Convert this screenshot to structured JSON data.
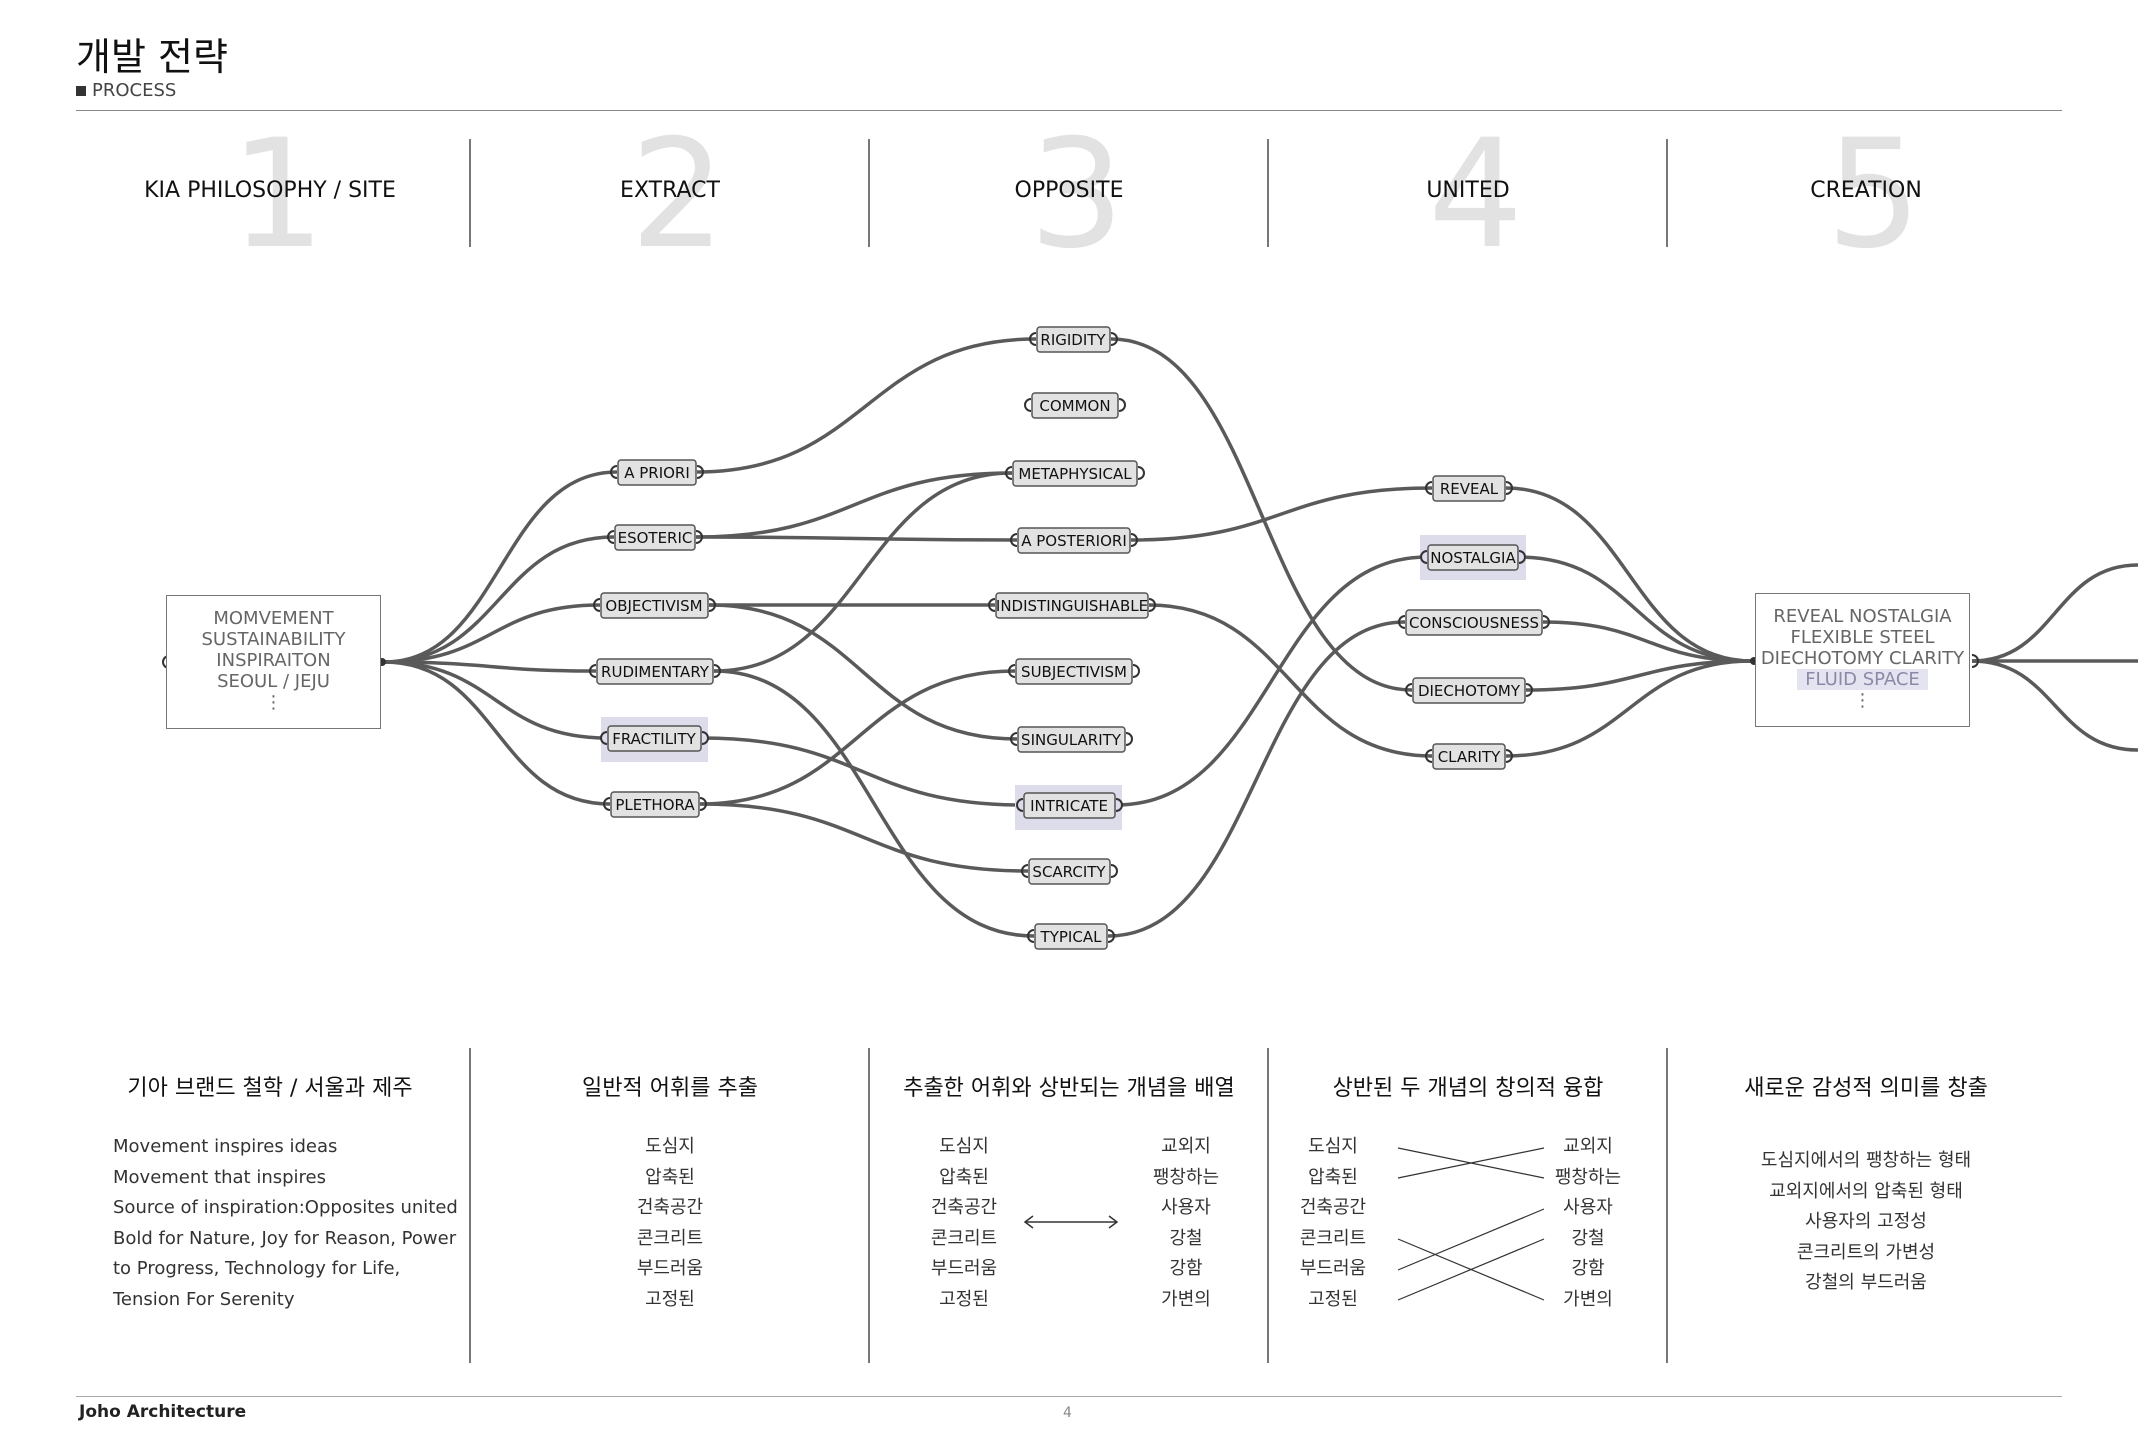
{
  "header": {
    "title": "개발 전략",
    "subtitle": "PROCESS"
  },
  "steps": [
    {
      "num": "1",
      "label": "KIA PHILOSOPHY / SITE"
    },
    {
      "num": "2",
      "label": "EXTRACT"
    },
    {
      "num": "3",
      "label": "OPPOSITE"
    },
    {
      "num": "4",
      "label": "UNITED"
    },
    {
      "num": "5",
      "label": "CREATION"
    }
  ],
  "diagram": {
    "source_box": [
      "MOMVEMENT",
      "SUSTAINABILITY",
      "INSPIRAITON",
      "SEOUL / JEJU",
      "⋮"
    ],
    "result_box": [
      "REVEAL NOSTALGIA",
      "FLEXIBLE STEEL",
      "DIECHOTOMY CLARITY",
      "FLUID SPACE",
      "⋮"
    ],
    "extract_nodes": [
      "A PRIORI",
      "ESOTERIC",
      "OBJECTIVISM",
      "RUDIMENTARY",
      "FRACTILITY",
      "PLETHORA"
    ],
    "opposite_nodes": [
      "RIGIDITY",
      "COMMON",
      "METAPHYSICAL",
      "A POSTERIORI",
      "INDISTINGUISHABLE",
      "SUBJECTIVISM",
      "SINGULARITY",
      "INTRICATE",
      "SCARCITY",
      "TYPICAL"
    ],
    "united_nodes": [
      "REVEAL",
      "NOSTALGIA",
      "CONSCIOUSNESS",
      "DIECHOTOMY",
      "CLARITY"
    ],
    "highlighted_nodes": [
      "FRACTILITY",
      "INTRICATE",
      "NOSTALGIA"
    ]
  },
  "columns": [
    {
      "heading": "기아 브랜드 철학 / 서울과 제주",
      "lines": [
        "Movement inspires ideas",
        "Movement that inspires",
        "Source of inspiration:Opposites united",
        "Bold for Nature, Joy for Reason, Power",
        "to Progress, Technology for Life,",
        "Tension For Serenity"
      ]
    },
    {
      "heading": "일반적 어휘를 추출",
      "lines": [
        "도심지",
        "압축된",
        "건축공간",
        "콘크리트",
        "부드러움",
        "고정된"
      ]
    },
    {
      "heading": "추출한 어휘와 상반되는 개념을 배열",
      "left": [
        "도심지",
        "압축된",
        "건축공간",
        "콘크리트",
        "부드러움",
        "고정된"
      ],
      "right": [
        "교외지",
        "팽창하는",
        "사용자",
        "강철",
        "강함",
        "가변의"
      ]
    },
    {
      "heading": "상반된 두 개념의 창의적 융합",
      "left": [
        "도심지",
        "압축된",
        "건축공간",
        "콘크리트",
        "부드러움",
        "고정된"
      ],
      "right": [
        "교외지",
        "팽창하는",
        "사용자",
        "강철",
        "강함",
        "가변의"
      ]
    },
    {
      "heading": "새로운 감성적 의미를 창출",
      "lines": [
        "도심지에서의 팽창하는 형태",
        "교외지에서의 압축된 형태",
        "사용자의 고정성",
        "콘크리트의 가변성",
        "강철의 부드러움"
      ]
    }
  ],
  "footer": {
    "brand": "Joho Architecture",
    "page": "4"
  }
}
